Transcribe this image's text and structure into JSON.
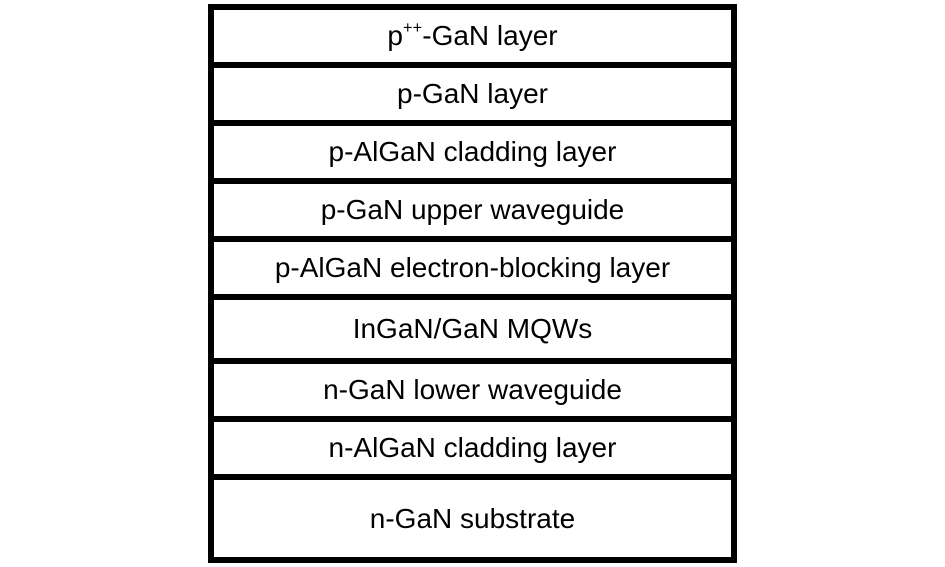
{
  "figure": {
    "background_color": "#ffffff",
    "border_color": "#000000",
    "text_color": "#000000",
    "description": "Epitaxial layer stack diagram of a GaN-based laser diode"
  },
  "layers": [
    {
      "pre": "p",
      "sup": "++",
      "post": "-GaN layer"
    },
    {
      "label": "p-GaN layer"
    },
    {
      "label": "p-AlGaN cladding layer"
    },
    {
      "label": "p-GaN upper waveguide"
    },
    {
      "label": "p-AlGaN electron-blocking layer"
    },
    {
      "label": "InGaN/GaN MQWs"
    },
    {
      "label": "n-GaN lower waveguide"
    },
    {
      "label": "n-AlGaN cladding layer"
    },
    {
      "label": "n-GaN substrate"
    }
  ]
}
